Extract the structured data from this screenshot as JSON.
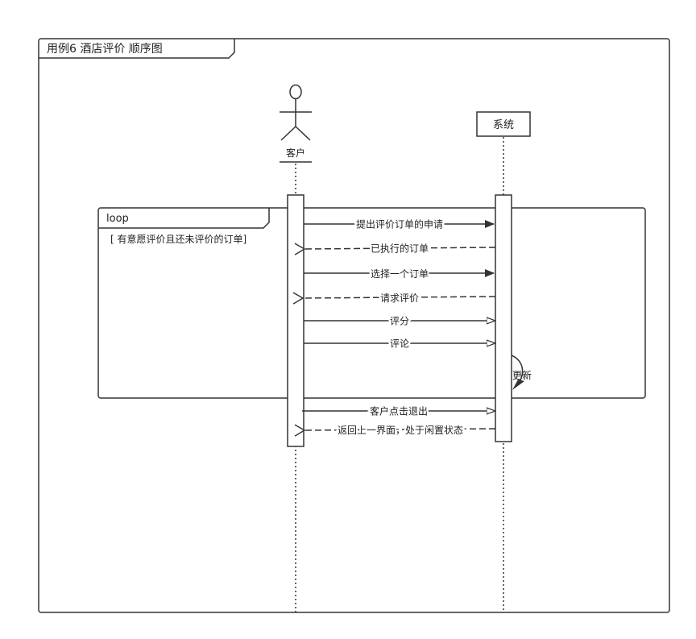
{
  "frame": {
    "title": "用例6 酒店评价 顺序图"
  },
  "lifelines": {
    "actor": {
      "name": "客户"
    },
    "system": {
      "name": "系统"
    }
  },
  "loop": {
    "operator": "loop",
    "guard": "[ 有意愿评价且还未评价的订单]"
  },
  "messages": [
    {
      "label": "提出评价订单的申请",
      "kind": "sync"
    },
    {
      "label": "已执行的订单",
      "kind": "return"
    },
    {
      "label": "选择一个订单",
      "kind": "sync"
    },
    {
      "label": "请求评价",
      "kind": "return"
    },
    {
      "label": "评分",
      "kind": "async"
    },
    {
      "label": "评论",
      "kind": "async"
    },
    {
      "label": "更新",
      "kind": "self"
    },
    {
      "label": "客户点击退出",
      "kind": "async"
    },
    {
      "label": "返回上一界面，处于闲置状态",
      "kind": "return"
    }
  ],
  "colors": {
    "line": "#333333",
    "text": "#222222",
    "background": "#ffffff"
  }
}
